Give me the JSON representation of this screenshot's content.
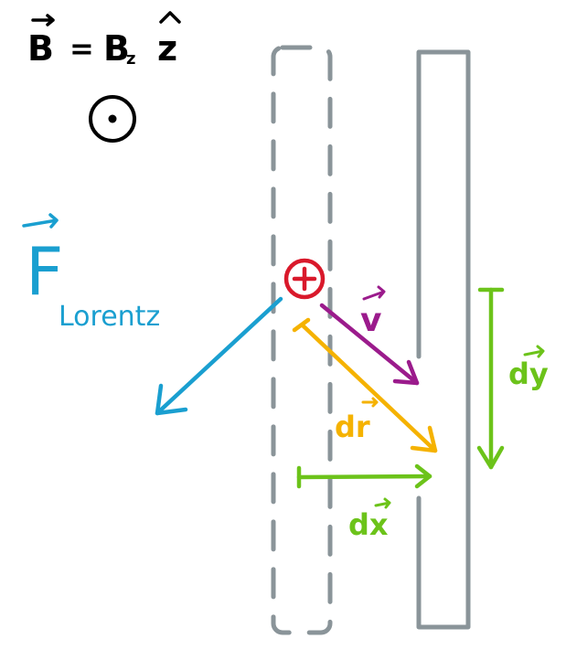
{
  "colors": {
    "background": "#ffffff",
    "ink": "#000000",
    "slab": "#8a9499",
    "charge": "#d9192b",
    "lorentz": "#1a9fd0",
    "velocity": "#9b1b8c",
    "displacement": "#f5b200",
    "components": "#6cc31a"
  },
  "field": {
    "lhs": "B",
    "equals": "=",
    "rhs_symbol": "B",
    "rhs_subscript": "z",
    "unit_vector": "z",
    "direction_symbol_icon": "out-of-page-dot-icon"
  },
  "labels": {
    "force_letter": "F",
    "force_subscript": "Lorentz",
    "velocity": "v",
    "dr": "dr",
    "dx": "dx",
    "dy": "dy",
    "charge_sign": "+"
  }
}
